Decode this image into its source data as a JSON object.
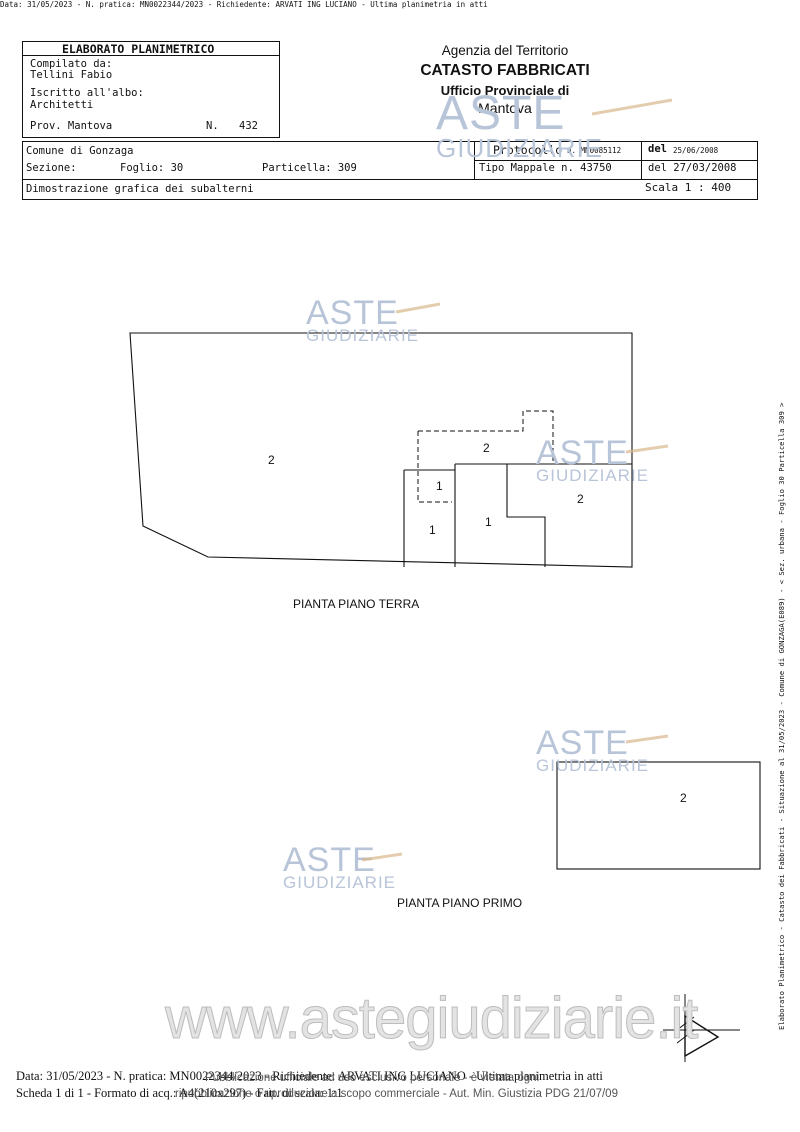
{
  "header_line": "Data: 31/05/2023 - N. pratica: MN0022344/2023 - Richiedente: ARVATI ING LUCIANO - Ultima planimetria in atti",
  "form": {
    "title": "ELABORATO PLANIMETRICO",
    "compilato_label": "Compilato da:",
    "compilato_value": "Tellini Fabio",
    "albo_label": "Iscritto all'albo:",
    "albo_value": "Architetti",
    "prov_label": "Prov. Mantova",
    "n_label": "N.",
    "n_value": "432"
  },
  "agency": {
    "line1": "Agenzia del Territorio",
    "line2": "CATASTO FABBRICATI",
    "line3": "Ufficio Provinciale di",
    "line4": "Mantova"
  },
  "info": {
    "comune": "Comune di Gonzaga",
    "sezione": "Sezione:",
    "foglio": "Foglio: 30",
    "particella": "Particella: 309",
    "protocollo_label": "Protocollo",
    "protocollo_n": "n. MN0085112",
    "protocollo_del": "del",
    "protocollo_date": "25/06/2008",
    "tipo_mappale": "Tipo Mappale n. 43750",
    "tipo_del": "del 27/03/2008",
    "dimostrazione": "Dimostrazione grafica dei subalterni",
    "scala": "Scala 1 : 400"
  },
  "plan": {
    "ground_label": "PIANTA PIANO TERRA",
    "first_label": "PIANTA PIANO PRIMO",
    "sub_labels": [
      "2",
      "2",
      "1",
      "1",
      "1",
      "2",
      "2"
    ]
  },
  "side_text": "Elaborato Planimetrico - Catasto dei Fabbricati - Situazione al 31/05/2023 - Comune di GONZAGA(E089) - < Sez. urbana - Foglio 30 Particella 309 >",
  "watermark": {
    "word1": "ASTE",
    "word2": "GIUDIZIARIE",
    "site": "www.astegiudiziarie.it"
  },
  "footer": {
    "line1": "Data: 31/05/2023 - N. pratica: MN0022344/2023 - Richiedente: ARVATI ING LUCIANO - Ultima planimetria in atti",
    "line2": "Scheda 1 di 1 - Formato di acq.: A4(210x297) - Fatt. di scala: 1:1",
    "overlay1": "Pubblicazione ufficiale ad uso esclusivo personale - è vietata ogni",
    "overlay2": "ripubblicazione o riproduzione a scopo commerciale - Aut. Min. Giustizia PDG 21/07/09"
  }
}
